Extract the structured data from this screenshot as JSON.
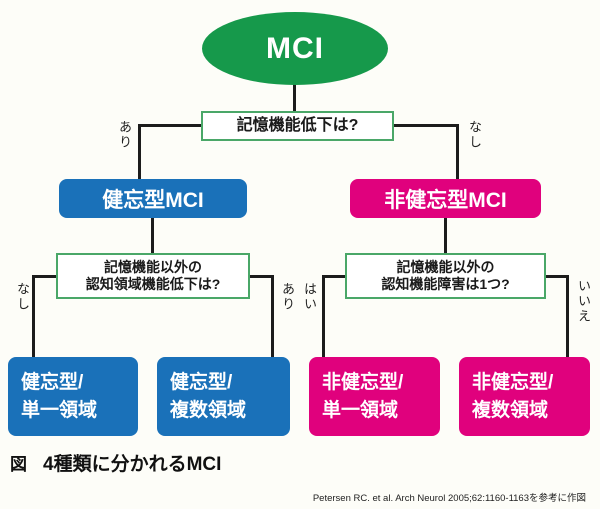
{
  "figure": {
    "root_label": "MCI",
    "q1": {
      "text": "記憶機能低下は?"
    },
    "q1_branches": {
      "left": "あり",
      "right": "なし"
    },
    "type_boxes": {
      "amnestic": "健忘型MCI",
      "non_amnestic": "非健忘型MCI"
    },
    "q2": {
      "line1": "記憶機能以外の",
      "line2": "認知領域機能低下は?"
    },
    "q2_branches": {
      "left": "なし",
      "right": "あり"
    },
    "q3": {
      "line1": "記憶機能以外の",
      "line2": "認知機能障害は1つ?"
    },
    "q3_branches": {
      "left": "はい",
      "right": "いいえ"
    },
    "leaves": [
      {
        "line1": "健忘型/",
        "line2": "単一領域",
        "color": "#1a71b9"
      },
      {
        "line1": "健忘型/",
        "line2": "複数領域",
        "color": "#1a71b9"
      },
      {
        "line1": "非健忘型/",
        "line2": "単一領域",
        "color": "#e0017d"
      },
      {
        "line1": "非健忘型/",
        "line2": "複数領域",
        "color": "#e0017d"
      }
    ]
  },
  "caption": {
    "prefix": "図",
    "title": "4種類に分かれるMCI"
  },
  "citation": "Petersen RC. et al. Arch Neurol 2005;62:1160-1163を参考に作図",
  "colors": {
    "root_green": "#16994b",
    "question_border_green": "#4aa768",
    "amnestic_blue": "#1a71b9",
    "non_amnestic_magenta": "#e0017d",
    "connector_line": "#1c1c1c"
  }
}
